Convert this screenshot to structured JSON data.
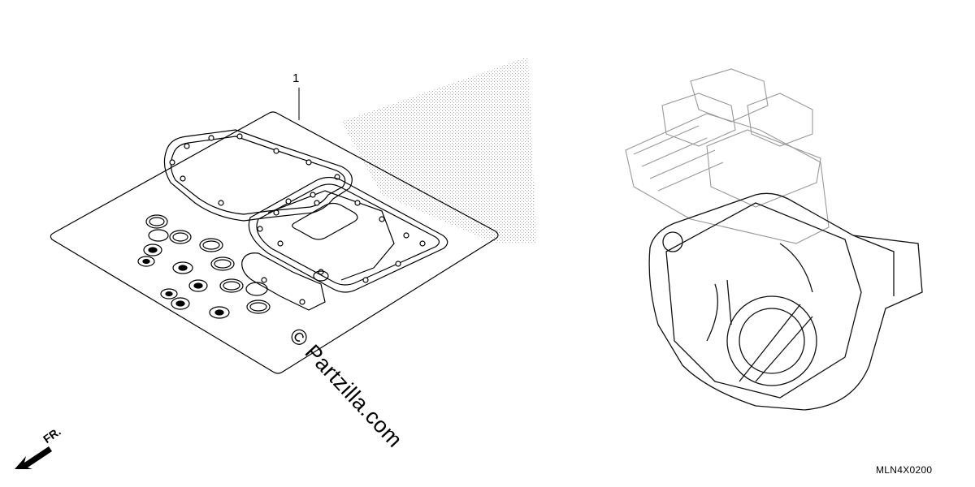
{
  "callout": {
    "number": "1"
  },
  "watermark": {
    "text": "© Partzilla.com"
  },
  "direction": {
    "label": "FR."
  },
  "diagram": {
    "code": "MLN4X0200"
  },
  "icons": {
    "front_arrow": "arrow-left-down-icon"
  }
}
